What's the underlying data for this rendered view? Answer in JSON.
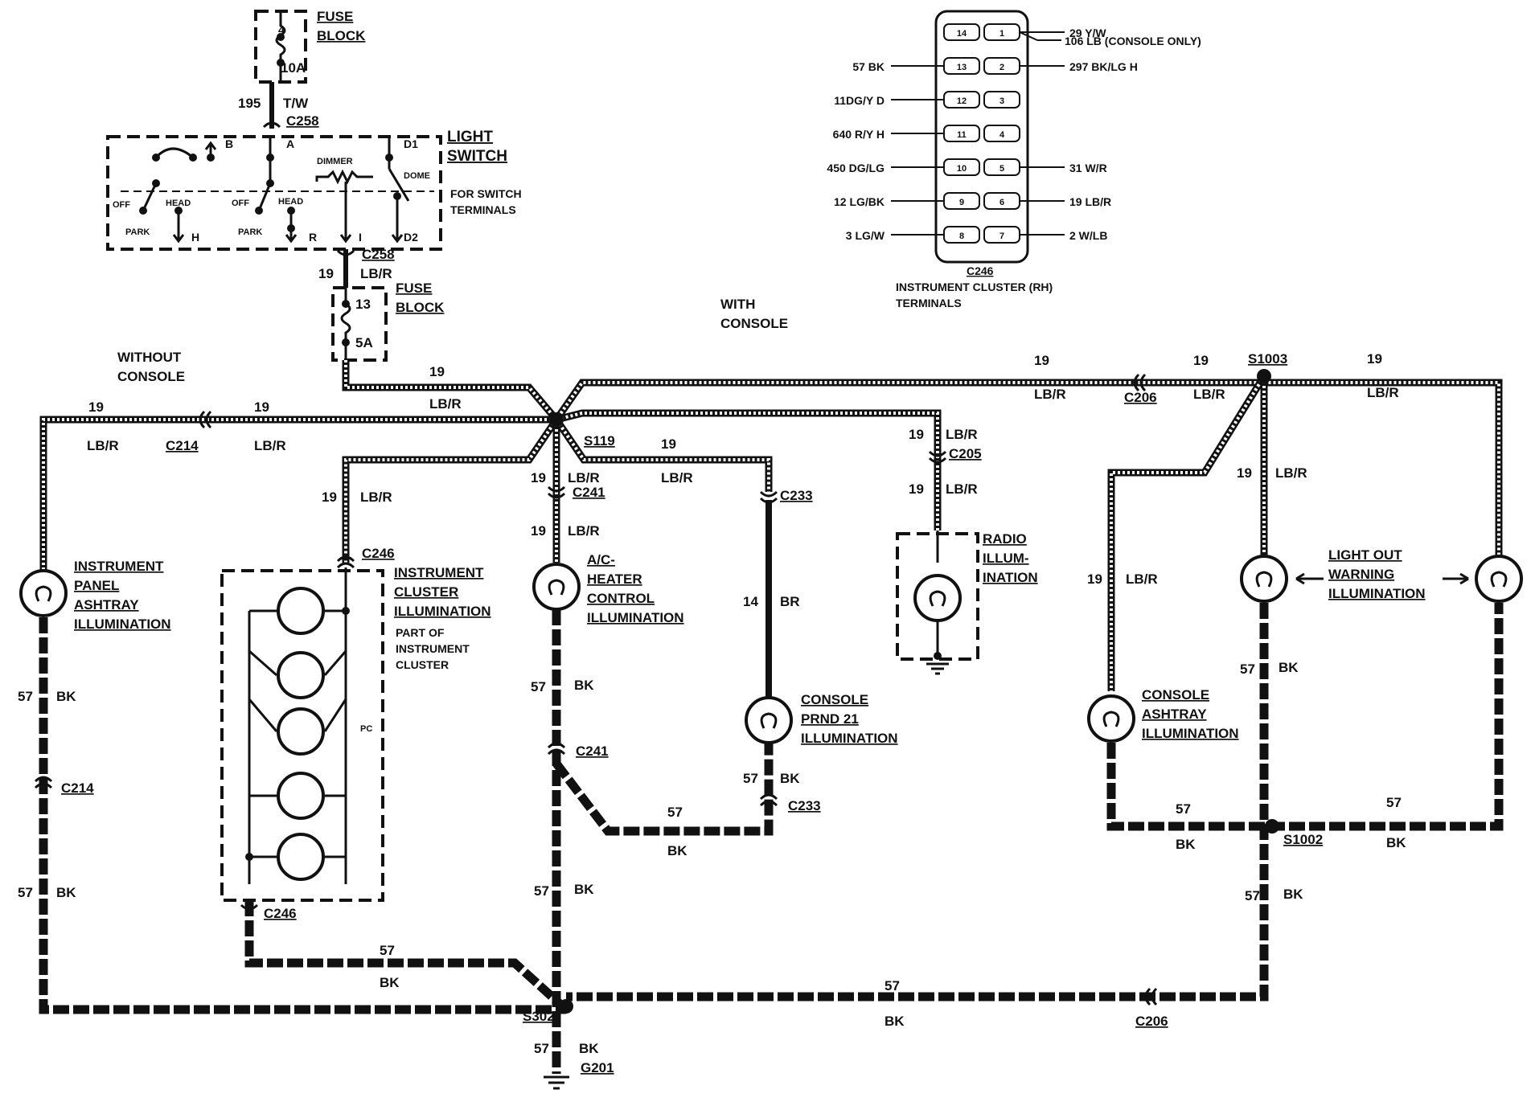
{
  "fuse_block_top": {
    "title_line1": "FUSE",
    "title_line2": "BLOCK",
    "fuse_number": "4",
    "rating": "10A"
  },
  "fuse_block_mid": {
    "title_line1": "FUSE",
    "title_line2": "BLOCK",
    "fuse_number": "13",
    "rating": "5A"
  },
  "wire_195": {
    "circuit": "195",
    "color": "T/W"
  },
  "connector_c258_top": "C258",
  "connector_c258_bottom": "C258",
  "light_switch": {
    "title_line1": "LIGHT",
    "title_line2": "SWITCH",
    "note_line1": "FOR SWITCH",
    "note_line2": "TERMINALS",
    "terminals": {
      "b": "B",
      "a": "A",
      "d1": "D1",
      "h": "H",
      "r": "R",
      "i": "I",
      "d2": "D2"
    },
    "labels": {
      "dimmer": "DIMMER",
      "dome": "DOME",
      "off1": "OFF",
      "head1": "HEAD",
      "park1": "PARK",
      "off2": "OFF",
      "head2": "HEAD",
      "park2": "PARK"
    }
  },
  "wire_19_lbr": {
    "circuit": "19",
    "color": "LB/R"
  },
  "wire_57_bk": {
    "circuit": "57",
    "color": "BK"
  },
  "wire_14_br": {
    "circuit": "14",
    "color": "BR"
  },
  "without_console": {
    "line1": "WITHOUT",
    "line2": "CONSOLE"
  },
  "with_console": {
    "line1": "WITH",
    "line2": "CONSOLE"
  },
  "splices": {
    "s119": "S119",
    "s1003": "S1003",
    "s1002": "S1002",
    "s302": "S302"
  },
  "connectors": {
    "c214": "C214",
    "c206": "C206",
    "c205": "C205",
    "c241": "C241",
    "c233": "C233",
    "c246": "C246"
  },
  "ground": "G201",
  "lamps": {
    "ip_ashtray": {
      "l1": "INSTRUMENT",
      "l2": "PANEL",
      "l3": "ASHTRAY",
      "l4": "ILLUMINATION"
    },
    "cluster": {
      "l1": "INSTRUMENT",
      "l2": "CLUSTER",
      "l3": "ILLUMINATION",
      "n1": "PART OF",
      "n2": "INSTRUMENT",
      "n3": "CLUSTER",
      "pc": "PC"
    },
    "ac_heater": {
      "l1": "A/C-",
      "l2": "HEATER",
      "l3": "CONTROL",
      "l4": "ILLUMINATION"
    },
    "prnd21": {
      "l1": "CONSOLE",
      "l2": "PRND 21",
      "l3": "ILLUMINATION"
    },
    "radio": {
      "l1": "RADIO",
      "l2": "ILLUM-",
      "l3": "INATION"
    },
    "console_ashtray": {
      "l1": "CONSOLE",
      "l2": "ASHTRAY",
      "l3": "ILLUMINATION"
    },
    "light_out": {
      "l1": "LIGHT OUT",
      "l2": "WARNING",
      "l3": "ILLUMINATION"
    }
  },
  "c246_pinout": {
    "title": "C246",
    "caption_line1": "INSTRUMENT CLUSTER (RH)",
    "caption_line2": "TERMINALS",
    "rows": [
      {
        "left_pin": "14",
        "right_pin": "1",
        "left_label": "",
        "right_label": "29 Y/W"
      },
      {
        "left_pin": "13",
        "right_pin": "2",
        "left_label": "57 BK",
        "right_label": "297 BK/LG H"
      },
      {
        "left_pin": "12",
        "right_pin": "3",
        "left_label": "11DG/Y D",
        "right_label": ""
      },
      {
        "left_pin": "11",
        "right_pin": "4",
        "left_label": "640 R/Y H",
        "right_label": ""
      },
      {
        "left_pin": "10",
        "right_pin": "5",
        "left_label": "450 DG/LG",
        "right_label": "31 W/R"
      },
      {
        "left_pin": "9",
        "right_pin": "6",
        "left_label": "12 LG/BK",
        "right_label": "19 LB/R"
      },
      {
        "left_pin": "8",
        "right_pin": "7",
        "left_label": "3  LG/W",
        "right_label": "2 W/LB"
      }
    ],
    "extra_right_label": "106 LB (CONSOLE ONLY)"
  }
}
